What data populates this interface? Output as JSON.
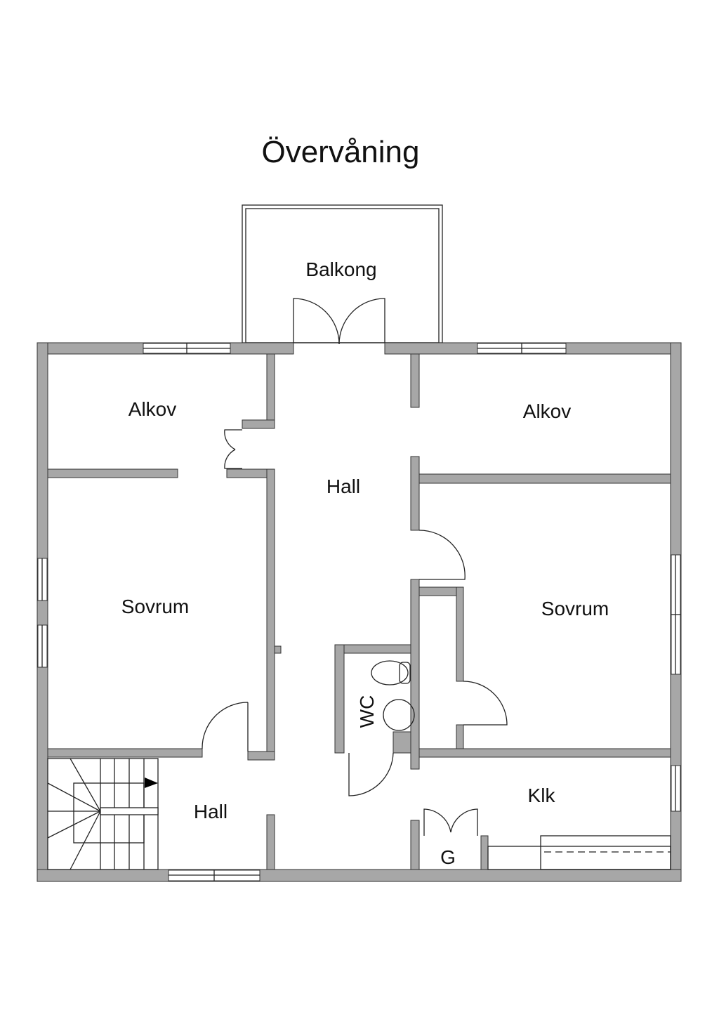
{
  "title": "Övervåning",
  "rooms": {
    "balcony": "Balkong",
    "alcove_left": "Alkov",
    "alcove_right": "Alkov",
    "hall_upper": "Hall",
    "hall_lower": "Hall",
    "bedroom_left": "Sovrum",
    "bedroom_right": "Sovrum",
    "wc": "WC",
    "closet": "G",
    "klk": "Klk"
  },
  "colors": {
    "wall": "#a7a7a7",
    "line": "#222222"
  }
}
